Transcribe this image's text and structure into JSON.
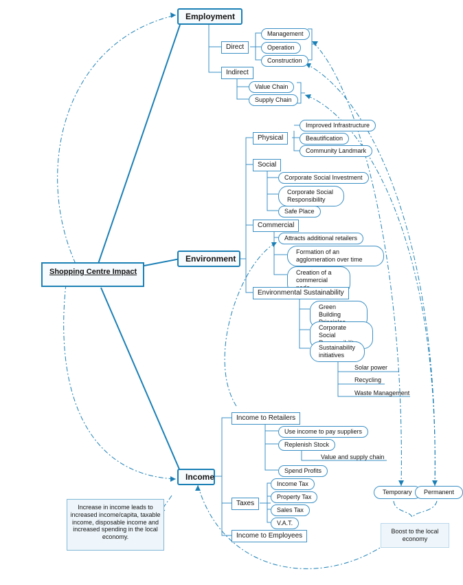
{
  "root": "Shopping Centre Impact",
  "employment": {
    "title": "Employment",
    "direct": {
      "label": "Direct",
      "items": [
        "Management",
        "Operation",
        "Construction"
      ]
    },
    "indirect": {
      "label": "Indirect",
      "items": [
        "Value Chain",
        "Supply Chain"
      ]
    }
  },
  "environment": {
    "title": "Environment",
    "physical": {
      "label": "Physical",
      "items": [
        "Improved Infrastructure",
        "Beautification",
        "Community Landmark"
      ]
    },
    "social": {
      "label": "Social",
      "items": [
        "Corporate Social Investment",
        "Corporate Social Responsibility",
        "Safe Place"
      ]
    },
    "commercial": {
      "label": "Commercial",
      "items": [
        "Attracts additional retailers",
        "Formation of an agglomeration over time",
        "Creation of a commercial node"
      ]
    },
    "sustainability": {
      "label": "Environmental Sustainability",
      "items": [
        "Green Building Principles",
        "Corporate Social Responsibility",
        "Sustainability initiatives"
      ],
      "initiatives": [
        "Solar power",
        "Recycling",
        "Waste Management"
      ]
    }
  },
  "income": {
    "title": "Income",
    "retailers": {
      "label": "Income to Retailers",
      "items": [
        "Use income to pay suppliers",
        "Replenish Stock",
        "Spend Profits"
      ],
      "stock_sub": "Value and supply chain"
    },
    "taxes": {
      "label": "Taxes",
      "items": [
        "Income Tax",
        "Property Tax",
        "Sales Tax",
        "V.A.T."
      ]
    },
    "employees": {
      "label": "Income to Employees"
    }
  },
  "outcomes": {
    "temporary": "Temporary",
    "permanent": "Permanent",
    "boost": "Boost to the local economy"
  },
  "note": "Increase in income leads to increased income/capita, taxable income, disposable income and increased spending in the local economy.",
  "colors": {
    "line": "#1a7fb5",
    "box_border": "#3a8fc4",
    "note_bg": "#eef6fb"
  }
}
